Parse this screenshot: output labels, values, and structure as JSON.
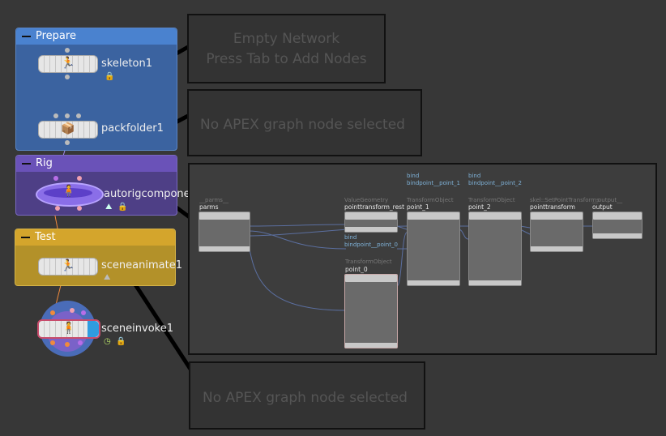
{
  "network_boxes": {
    "prepare": "Prepare",
    "rig": "Rig",
    "test": "Test"
  },
  "nodes": {
    "skeleton": "skeleton1",
    "packfolder": "packfolder1",
    "autorig": "autorigcompone",
    "sceneanimate": "sceneanimate1",
    "sceneinvoke": "sceneinvoke1"
  },
  "sticky_notes": {
    "empty_network_line1": "Empty Network",
    "empty_network_line2": "Press Tab to Add Nodes",
    "no_selection_top": "No APEX graph node selected",
    "no_selection_bottom": "No APEX graph node selected"
  },
  "apex_graph": {
    "parms_type": "__parms__",
    "parms_name": "parms",
    "valgeo_type": "ValueGeometry",
    "ptrest_name": "pointtransform_rest",
    "bind_a": "bind",
    "bind_a_name": "bindpoint__point_0",
    "tobj0_type": "TransformObject",
    "tobj0_name": "point_0",
    "bind_b": "bind",
    "bind_b_name": "bindpoint__point_1",
    "tobj1_type": "TransformObject",
    "tobj1_name": "point_1",
    "bind_c": "bind",
    "bind_c_name": "bindpoint__point_2",
    "tobj2_type": "TransformObject",
    "tobj2_name": "point_2",
    "setpoint_type": "skel::SetPointTransforms",
    "setpoint_name": "pointtransform",
    "output_type": "__output__",
    "output_name": "output"
  },
  "colors": {
    "background": "#373737",
    "prepare_header": "#4a82cf",
    "rig_header": "#6a52b8",
    "test_header": "#d4a52c",
    "wire": "#5b6fa0"
  }
}
